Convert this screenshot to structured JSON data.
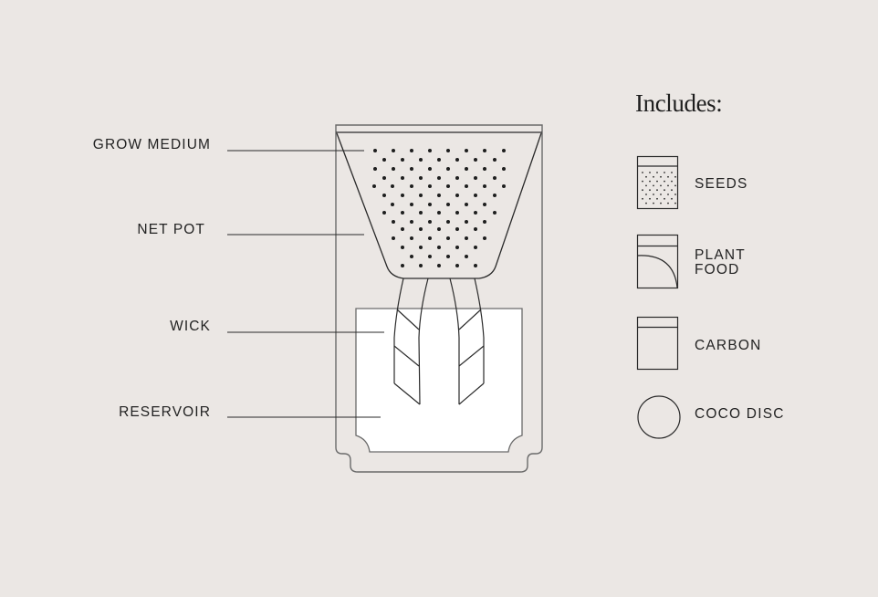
{
  "diagram": {
    "callouts": [
      {
        "id": "grow-medium",
        "label": "GROW MEDIUM"
      },
      {
        "id": "net-pot",
        "label": "NET POT"
      },
      {
        "id": "wick",
        "label": "WICK"
      },
      {
        "id": "reservoir",
        "label": "RESERVOIR"
      }
    ]
  },
  "includes": {
    "title": "Includes:",
    "items": [
      {
        "icon": "seeds-packet-icon",
        "label": "SEEDS"
      },
      {
        "icon": "plant-food-packet-icon",
        "label_line1": "PLANT",
        "label_line2": "FOOD"
      },
      {
        "icon": "carbon-packet-icon",
        "label": "CARBON"
      },
      {
        "icon": "coco-disc-icon",
        "label": "COCO DISC"
      }
    ]
  },
  "colors": {
    "background": "#ebe7e4",
    "line": "#2a2a2a",
    "container_line": "#6e6e6e",
    "reservoir_fill": "#ffffff"
  }
}
